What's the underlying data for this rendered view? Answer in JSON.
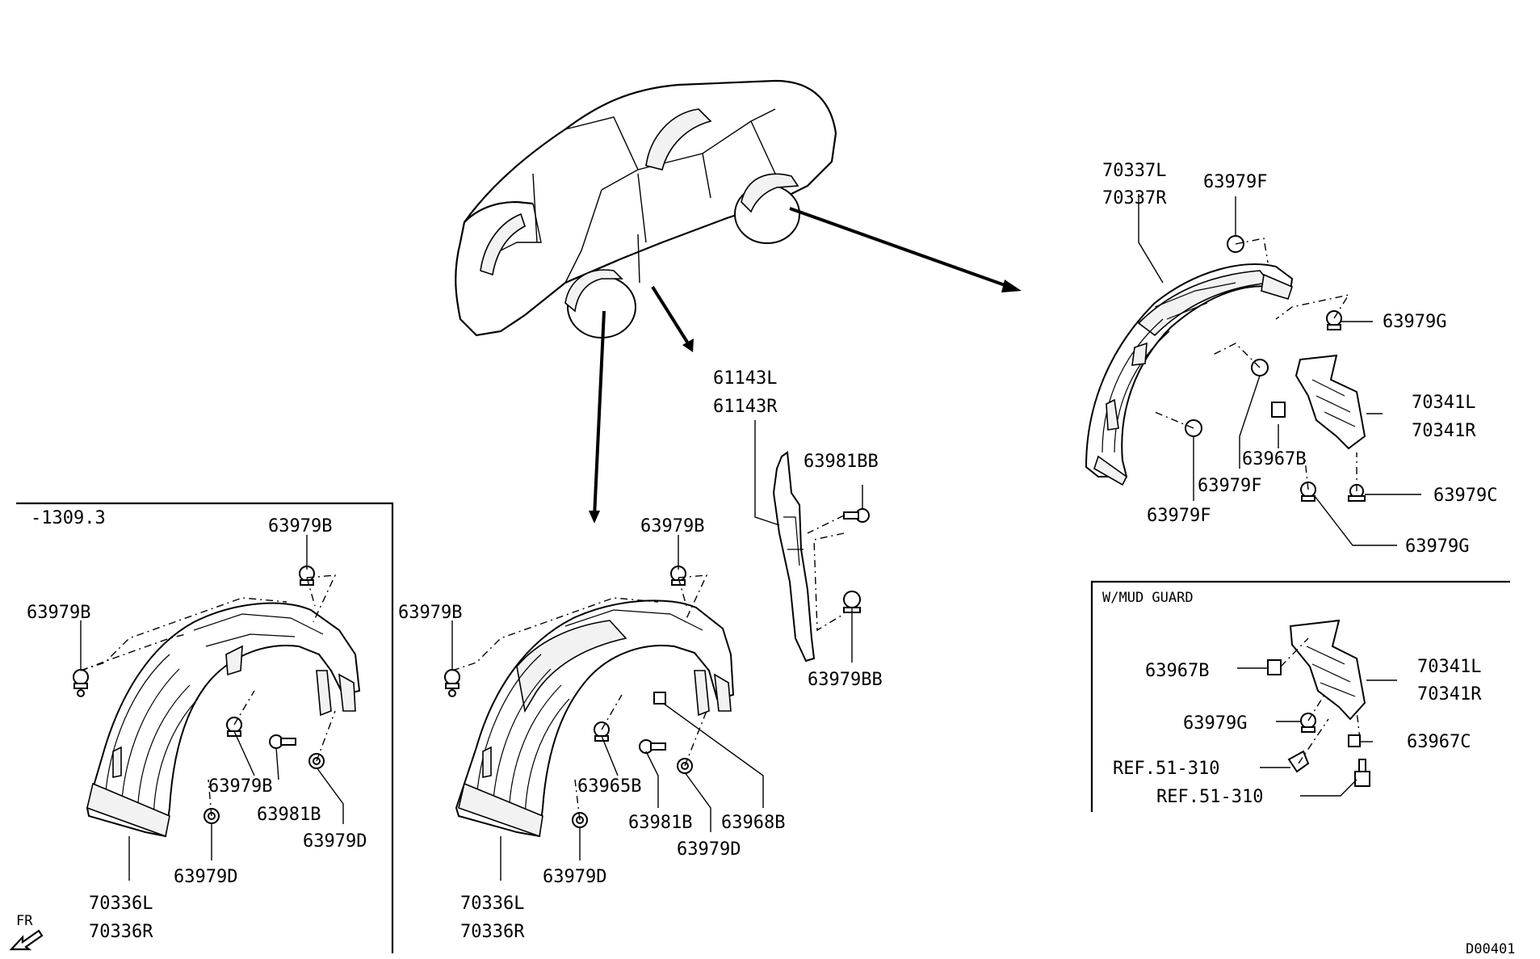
{
  "diagram": {
    "drawing_code": "D00401",
    "direction_label": "FR",
    "panel_early_label": "-1309.3",
    "panel_mud_guard_label": "W/MUD GUARD"
  },
  "callouts": {
    "front_early": {
      "clip_top": "63979B",
      "clip_left": "63979B",
      "clip_mid": "63979B",
      "bolt": "63981B",
      "screw_right": "63979D",
      "screw_bottom": "63979D",
      "liner_l": "70336L",
      "liner_r": "70336R"
    },
    "front_late": {
      "clip_top": "63979B",
      "clip_left": "63979B",
      "clip_65": "63965B",
      "bolt": "63981B",
      "nut": "63968B",
      "screw_right": "63979D",
      "screw_bottom": "63979D",
      "liner_l": "70336L",
      "liner_r": "70336R"
    },
    "splash": {
      "part_l": "61143L",
      "part_r": "61143R",
      "bolt": "63981BB",
      "clip": "63979BB"
    },
    "rear": {
      "liner_l": "70337L",
      "liner_r": "70337R",
      "clip_top": "63979F",
      "clip_right": "63979G",
      "flap_l": "70341L",
      "flap_r": "70341R",
      "nut": "63967B",
      "clip_mid": "63979F",
      "clip_bottom": "63979F",
      "screw_c": "63979C",
      "clip_g2": "63979G"
    },
    "mud_guard": {
      "nut": "63967B",
      "flap_l": "70341L",
      "flap_r": "70341R",
      "clip_g": "63979G",
      "nut_c": "63967C",
      "ref1": "REF.51-310",
      "ref2": "REF.51-310"
    }
  }
}
